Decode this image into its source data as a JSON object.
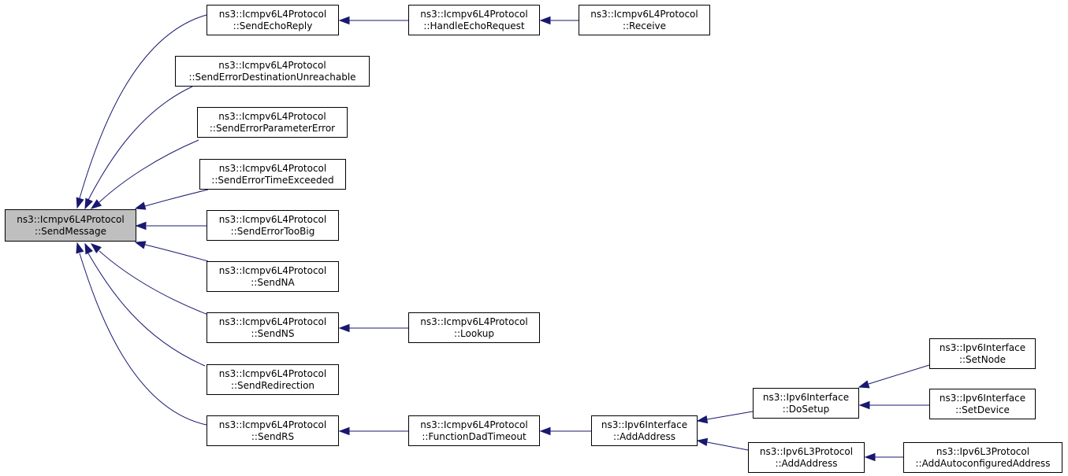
{
  "nodes": {
    "sendMessage": [
      "ns3::Icmpv6L4Protocol",
      "::SendMessage"
    ],
    "sendEchoReply": [
      "ns3::Icmpv6L4Protocol",
      "::SendEchoReply"
    ],
    "handleEchoRequest": [
      "ns3::Icmpv6L4Protocol",
      "::HandleEchoRequest"
    ],
    "receive": [
      "ns3::Icmpv6L4Protocol",
      "::Receive"
    ],
    "sendErrorDestinationUnreachable": [
      "ns3::Icmpv6L4Protocol",
      "::SendErrorDestinationUnreachable"
    ],
    "sendErrorParameterError": [
      "ns3::Icmpv6L4Protocol",
      "::SendErrorParameterError"
    ],
    "sendErrorTimeExceeded": [
      "ns3::Icmpv6L4Protocol",
      "::SendErrorTimeExceeded"
    ],
    "sendErrorTooBig": [
      "ns3::Icmpv6L4Protocol",
      "::SendErrorTooBig"
    ],
    "sendNA": [
      "ns3::Icmpv6L4Protocol",
      "::SendNA"
    ],
    "sendNS": [
      "ns3::Icmpv6L4Protocol",
      "::SendNS"
    ],
    "lookup": [
      "ns3::Icmpv6L4Protocol",
      "::Lookup"
    ],
    "sendRedirection": [
      "ns3::Icmpv6L4Protocol",
      "::SendRedirection"
    ],
    "sendRS": [
      "ns3::Icmpv6L4Protocol",
      "::SendRS"
    ],
    "functionDadTimeout": [
      "ns3::Icmpv6L4Protocol",
      "::FunctionDadTimeout"
    ],
    "ifaceAddAddress": [
      "ns3::Ipv6Interface",
      "::AddAddress"
    ],
    "doSetup": [
      "ns3::Ipv6Interface",
      "::DoSetup"
    ],
    "setNode": [
      "ns3::Ipv6Interface",
      "::SetNode"
    ],
    "setDevice": [
      "ns3::Ipv6Interface",
      "::SetDevice"
    ],
    "l3AddAddress": [
      "ns3::Ipv6L3Protocol",
      "::AddAddress"
    ],
    "addAutoconfiguredAddress": [
      "ns3::Ipv6L3Protocol",
      "::AddAutoconfiguredAddress"
    ]
  },
  "edges": [
    [
      "sendEchoReply",
      "sendMessage"
    ],
    [
      "sendErrorDestinationUnreachable",
      "sendMessage"
    ],
    [
      "sendErrorParameterError",
      "sendMessage"
    ],
    [
      "sendErrorTimeExceeded",
      "sendMessage"
    ],
    [
      "sendErrorTooBig",
      "sendMessage"
    ],
    [
      "sendNA",
      "sendMessage"
    ],
    [
      "sendNS",
      "sendMessage"
    ],
    [
      "sendRedirection",
      "sendMessage"
    ],
    [
      "sendRS",
      "sendMessage"
    ],
    [
      "handleEchoRequest",
      "sendEchoReply"
    ],
    [
      "receive",
      "handleEchoRequest"
    ],
    [
      "lookup",
      "sendNS"
    ],
    [
      "functionDadTimeout",
      "sendRS"
    ],
    [
      "ifaceAddAddress",
      "functionDadTimeout"
    ],
    [
      "doSetup",
      "ifaceAddAddress"
    ],
    [
      "l3AddAddress",
      "ifaceAddAddress"
    ],
    [
      "setNode",
      "doSetup"
    ],
    [
      "setDevice",
      "doSetup"
    ],
    [
      "addAutoconfiguredAddress",
      "l3AddAddress"
    ]
  ],
  "colors": {
    "edge": "#191970",
    "node_border": "#000000",
    "node_fill": "#ffffff",
    "root_fill": "#bfbfbf"
  }
}
